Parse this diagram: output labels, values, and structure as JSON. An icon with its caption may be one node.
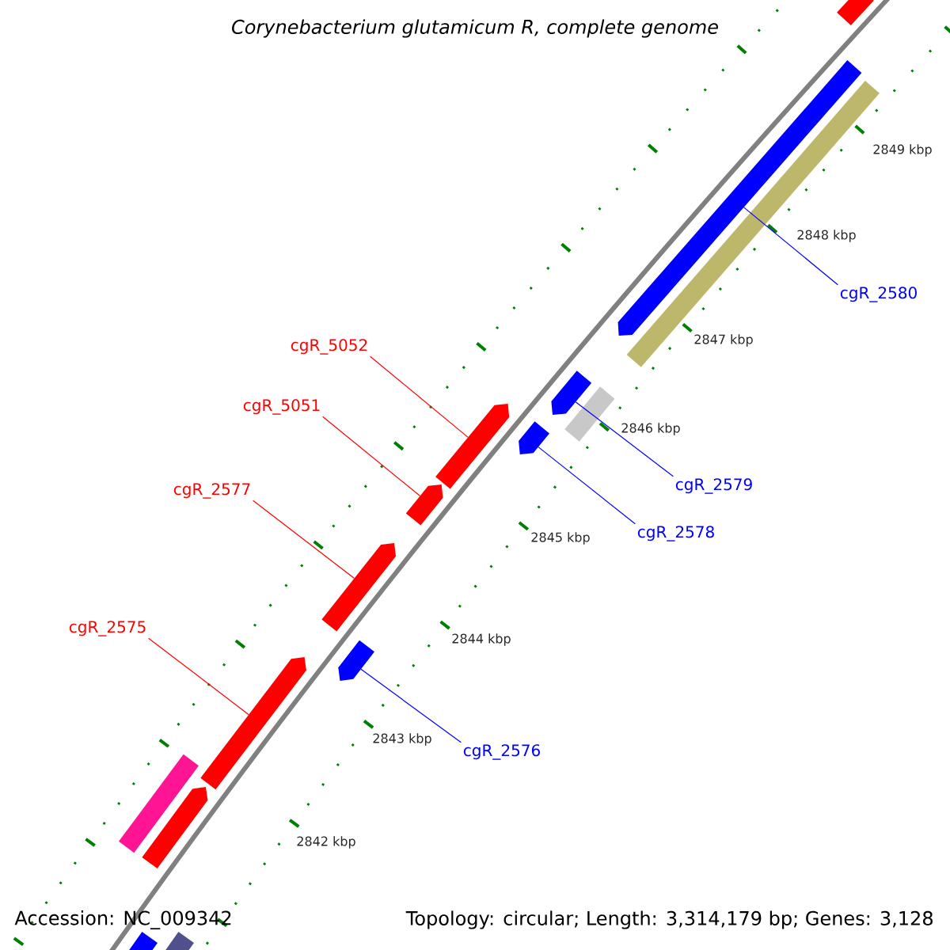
{
  "diagram": {
    "title": "*Corynebacterium glutamicum* R, complete genome",
    "nodes": [
      {
        "text": [
          "cgR_5052"
        ]
      },
      {
        "text": [
          "cgR_5051"
        ]
      },
      {
        "text": [
          "cgR_2577"
        ]
      },
      {
        "text": [
          "cgR_2575"
        ]
      },
      {
        "text": [
          "cgR_2580"
        ]
      },
      {
        "text": [
          "cgR_2579"
        ]
      },
      {
        "text": [
          "cgR_2578"
        ]
      },
      {
        "text": [
          "cgR_2576"
        ]
      },
      {
        "text": [],
        "shape": "bar"
      },
      {
        "text": [],
        "shape": "bar"
      },
      {
        "text": [],
        "shape": "bar"
      },
      {
        "text": [],
        "shape": "bar"
      },
      {
        "text": [],
        "shape": "bar"
      },
      {
        "text": [],
        "shape": "bar"
      },
      {
        "text": [],
        "shape": "bar"
      },
      {
        "text": [],
        "shape": "bar"
      },
      {
        "text": [],
        "shape": "bar"
      },
      {
        "text": [],
        "shape": "bar"
      },
      {
        "text": [],
        "shape": "bar"
      },
      {
        "text": [],
        "shape": "bar"
      },
      {
        "text": [],
        "shape": "bar"
      },
      {
        "text": [],
        "shape": "bar"
      },
      {
        "text": [],
        "shape": "bar"
      }
    ],
    "edges": [
      {
        "from": 0,
        "to": 8,
        "arrow": "none",
        "color": "#ff0000"
      },
      {
        "from": 1,
        "to": 9,
        "arrow": "none",
        "color": "#ff0000"
      },
      {
        "from": 2,
        "to": 10,
        "arrow": "none",
        "color": "#ff0000"
      },
      {
        "from": 3,
        "to": 11,
        "arrow": "none",
        "color": "#ff0000"
      },
      {
        "from": 4,
        "to": 12,
        "arrow": "none",
        "color": "#0000ff"
      },
      {
        "from": 5,
        "to": 13,
        "arrow": "none",
        "color": "#0000ff"
      },
      {
        "from": 6,
        "to": 14,
        "arrow": "none",
        "color": "#0000ff"
      },
      {
        "from": 7,
        "to": 15,
        "arrow": "none",
        "color": "#0000ff"
      }
    ],
    "labels": [
      "2849 kbp",
      "2848 kbp",
      "2847 kbp",
      "2846 kbp",
      "2845 kbp",
      "2844 kbp",
      "2843 kbp",
      "2842 kbp",
      "Accession: NC_009342",
      "Topology: circular; Length: 3,314,179 bp; Genes: 3,128"
    ]
  }
}
